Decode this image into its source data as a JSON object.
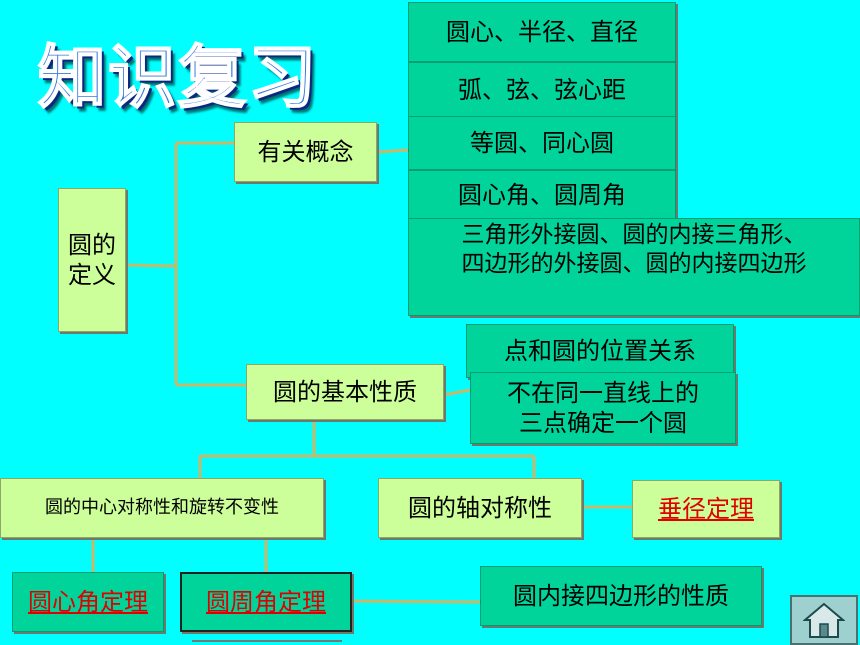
{
  "title": "知识复习",
  "nodes": {
    "definition": "圆的\n定义",
    "concepts": "有关概念",
    "c1": "圆心、半径、直径",
    "c2": "弧、弦、弦心距",
    "c3": "等圆、同心圆",
    "c4": "圆心角、圆周角",
    "c5": "三角形外接圆、圆的内接三角形、\n四边形的外接圆、圆的内接四边形",
    "basic": "圆的基本性质",
    "p1": "点和圆的位置关系",
    "p2": "不在同一直线上的\n三点确定一个圆",
    "central_sym": "圆的中心对称性和旋转不变性",
    "axial_sym": "圆的轴对称性",
    "perp_diam": "垂径定理",
    "central_angle": "圆心角定理",
    "inscribed_angle": "圆周角定理",
    "cyclic_quad": "圆内接四边形的性质"
  },
  "colors": {
    "background": "#00ffff",
    "box_green": "#00d49a",
    "box_lime": "#ccff99",
    "connector": "#c9b86a",
    "link_red": "#e00000",
    "title_blue": "#2f74e0"
  },
  "icons": {
    "home": "home-icon"
  }
}
